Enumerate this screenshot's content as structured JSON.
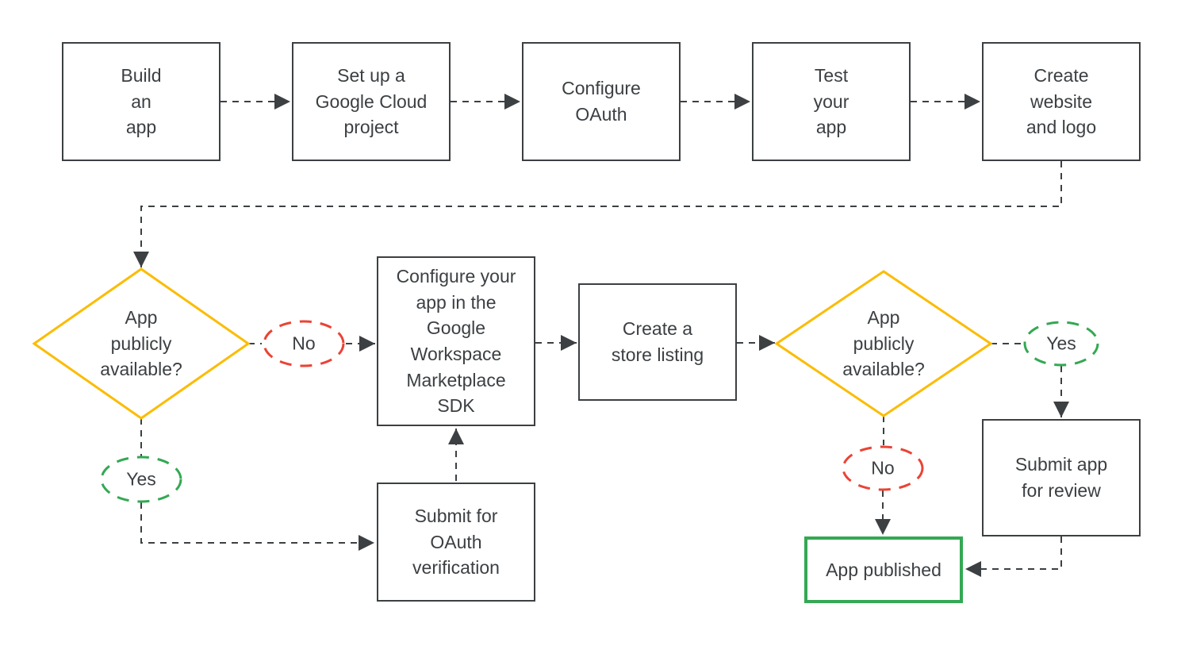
{
  "colors": {
    "connector": "#3c4043",
    "box_border": "#3c4043",
    "text": "#3c4043",
    "decision_border": "#fbbc04",
    "yes": "#34a853",
    "no": "#ea4335",
    "published_border": "#34a853",
    "background": "#ffffff"
  },
  "nodes": {
    "build_app": {
      "label": "Build\nan\napp"
    },
    "cloud_project": {
      "label": "Set up a\nGoogle Cloud\nproject"
    },
    "configure_oauth": {
      "label": "Configure\nOAuth"
    },
    "test_app": {
      "label": "Test\nyour\napp"
    },
    "website_logo": {
      "label": "Create\nwebsite\nand logo"
    },
    "decision_1": {
      "label": "App\npublicly\navailable?"
    },
    "no_1": {
      "label": "No"
    },
    "yes_1": {
      "label": "Yes"
    },
    "marketplace_sdk": {
      "label": "Configure your\napp in the\nGoogle\nWorkspace\nMarketplace\nSDK"
    },
    "store_listing": {
      "label": "Create a\nstore listing"
    },
    "decision_2": {
      "label": "App\npublicly\navailable?"
    },
    "yes_2": {
      "label": "Yes"
    },
    "no_2": {
      "label": "No"
    },
    "submit_review": {
      "label": "Submit app\nfor review"
    },
    "oauth_verification": {
      "label": "Submit for\nOAuth\nverification"
    },
    "app_published": {
      "label": "App published"
    }
  },
  "edges": [
    {
      "from": "build_app",
      "to": "cloud_project"
    },
    {
      "from": "cloud_project",
      "to": "configure_oauth"
    },
    {
      "from": "configure_oauth",
      "to": "test_app"
    },
    {
      "from": "test_app",
      "to": "website_logo"
    },
    {
      "from": "website_logo",
      "to": "decision_1"
    },
    {
      "from": "decision_1",
      "to": "marketplace_sdk",
      "label": "No"
    },
    {
      "from": "decision_1",
      "to": "oauth_verification",
      "label": "Yes"
    },
    {
      "from": "oauth_verification",
      "to": "marketplace_sdk"
    },
    {
      "from": "marketplace_sdk",
      "to": "store_listing"
    },
    {
      "from": "store_listing",
      "to": "decision_2"
    },
    {
      "from": "decision_2",
      "to": "submit_review",
      "label": "Yes"
    },
    {
      "from": "decision_2",
      "to": "app_published",
      "label": "No"
    },
    {
      "from": "submit_review",
      "to": "app_published"
    }
  ]
}
